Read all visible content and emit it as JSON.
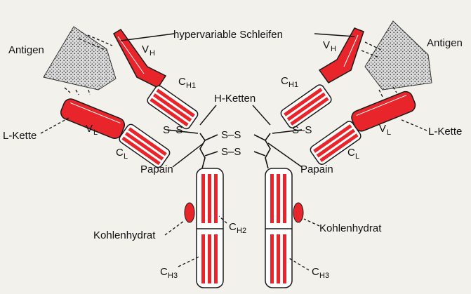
{
  "labels": {
    "hypervariable": "hypervariable Schleifen",
    "h_ketten": "H-Ketten",
    "antigen_left": "Antigen",
    "antigen_right": "Antigen",
    "l_kette_left": "L-Kette",
    "l_kette_right": "L-Kette",
    "papain_left": "Papain",
    "papain_right": "Papain",
    "kohlenhydrat_left": "Kohlenhydrat",
    "kohlenhydrat_right": "Kohlenhydrat",
    "ss": "S–S",
    "v": "V",
    "c": "C",
    "sub_h": "H",
    "sub_l": "L",
    "sub_h1": "H1",
    "sub_h2": "H2",
    "sub_h3": "H3"
  },
  "colors": {
    "chain_red": "#e8252b",
    "chain_outline": "#1a1a1a",
    "antigen_fill": "#cfcfcf",
    "background": "#f3f1ec"
  }
}
